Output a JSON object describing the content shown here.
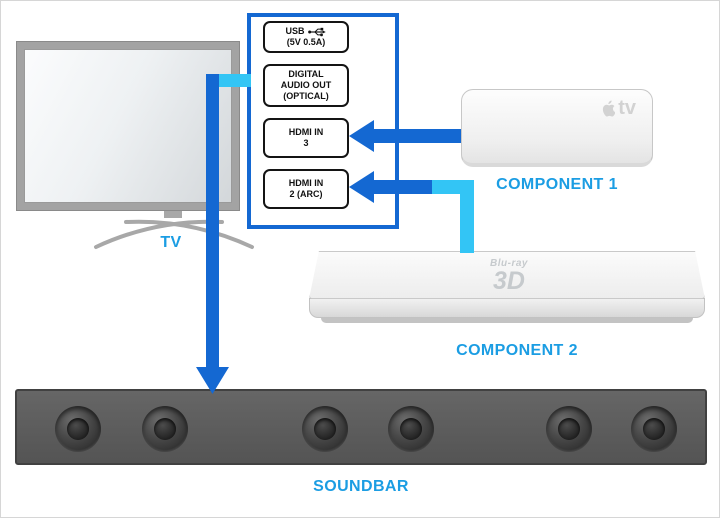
{
  "diagram": {
    "tv": {
      "label": "TV"
    },
    "ports_panel": {
      "ports": [
        {
          "name": "usb-port",
          "line1": "USB",
          "line2": "(5V 0.5A)"
        },
        {
          "name": "digital-audio-out-port",
          "line1": "DIGITAL",
          "line2": "AUDIO OUT",
          "line3": "(OPTICAL)"
        },
        {
          "name": "hdmi-in-3-port",
          "line1": "HDMI IN",
          "line2": "3"
        },
        {
          "name": "hdmi-in-2-arc-port",
          "line1": "HDMI IN",
          "line2": "2 (ARC)"
        }
      ]
    },
    "component1": {
      "label": "COMPONENT 1",
      "branding": "tv"
    },
    "component2": {
      "label": "COMPONENT 2",
      "branding_small": "Blu-ray",
      "branding_large": "3D"
    },
    "soundbar": {
      "label": "SOUNDBAR",
      "speaker_count": 6
    },
    "connections": [
      {
        "from": "COMPONENT 1",
        "to": "HDMI IN 3"
      },
      {
        "from": "COMPONENT 2",
        "to": "HDMI IN 2 (ARC)"
      },
      {
        "from": "DIGITAL AUDIO OUT (OPTICAL)",
        "to": "SOUNDBAR"
      }
    ]
  },
  "colors": {
    "arrow_blue": "#1468d2",
    "cable_cyan": "#33c5f5",
    "label_blue": "#1b9de3",
    "panel_border_blue": "#1468d2",
    "soundbar_gray": "#545454"
  }
}
